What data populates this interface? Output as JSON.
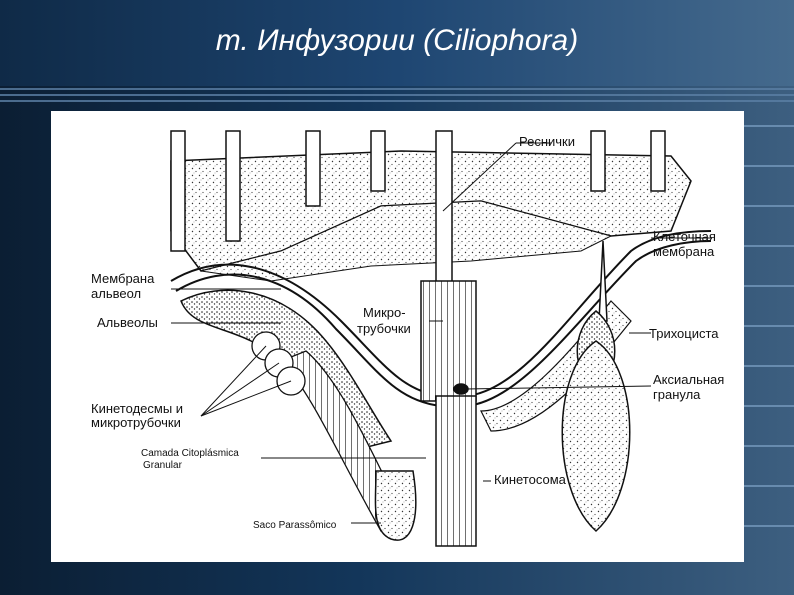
{
  "title": "т. Инфузории (Ciliophora)",
  "labels": {
    "cilia": "Реснички",
    "cell_membrane_1": "Клеточная",
    "cell_membrane_2": "мембрана",
    "alveoli_membrane_1": "Мембрана",
    "alveoli_membrane_2": "альвеол",
    "alveoli": "Альвеолы",
    "microtubules_1": "Микро-",
    "microtubules_2": "трубочки",
    "trichocyst": "Трихоциста",
    "axial_granule_1": "Аксиальная",
    "axial_granule_2": "гранула",
    "kinetodesmata_1": "Кинетодесмы и",
    "kinetodesmata_2": "микротрубочки",
    "cytoplasm_1": "Camada Citoplásmica",
    "cytoplasm_2": "Granular",
    "kinetosome": "Кинетосома",
    "parasomal_sac": "Saco Parassômico"
  }
}
